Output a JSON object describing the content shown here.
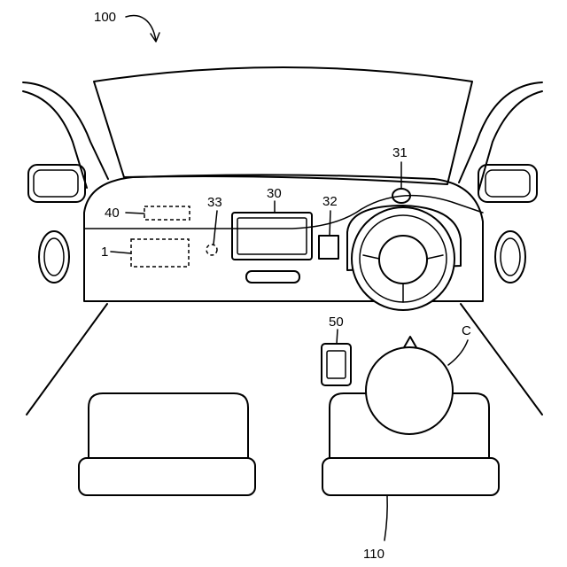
{
  "labels": {
    "vehicle": "100",
    "display": "30",
    "camera": "31",
    "speaker_unit": "32",
    "sensor": "33",
    "hidden_unit": "40",
    "controller": "1",
    "terminal": "50",
    "occupant": "C",
    "seat": "110"
  }
}
